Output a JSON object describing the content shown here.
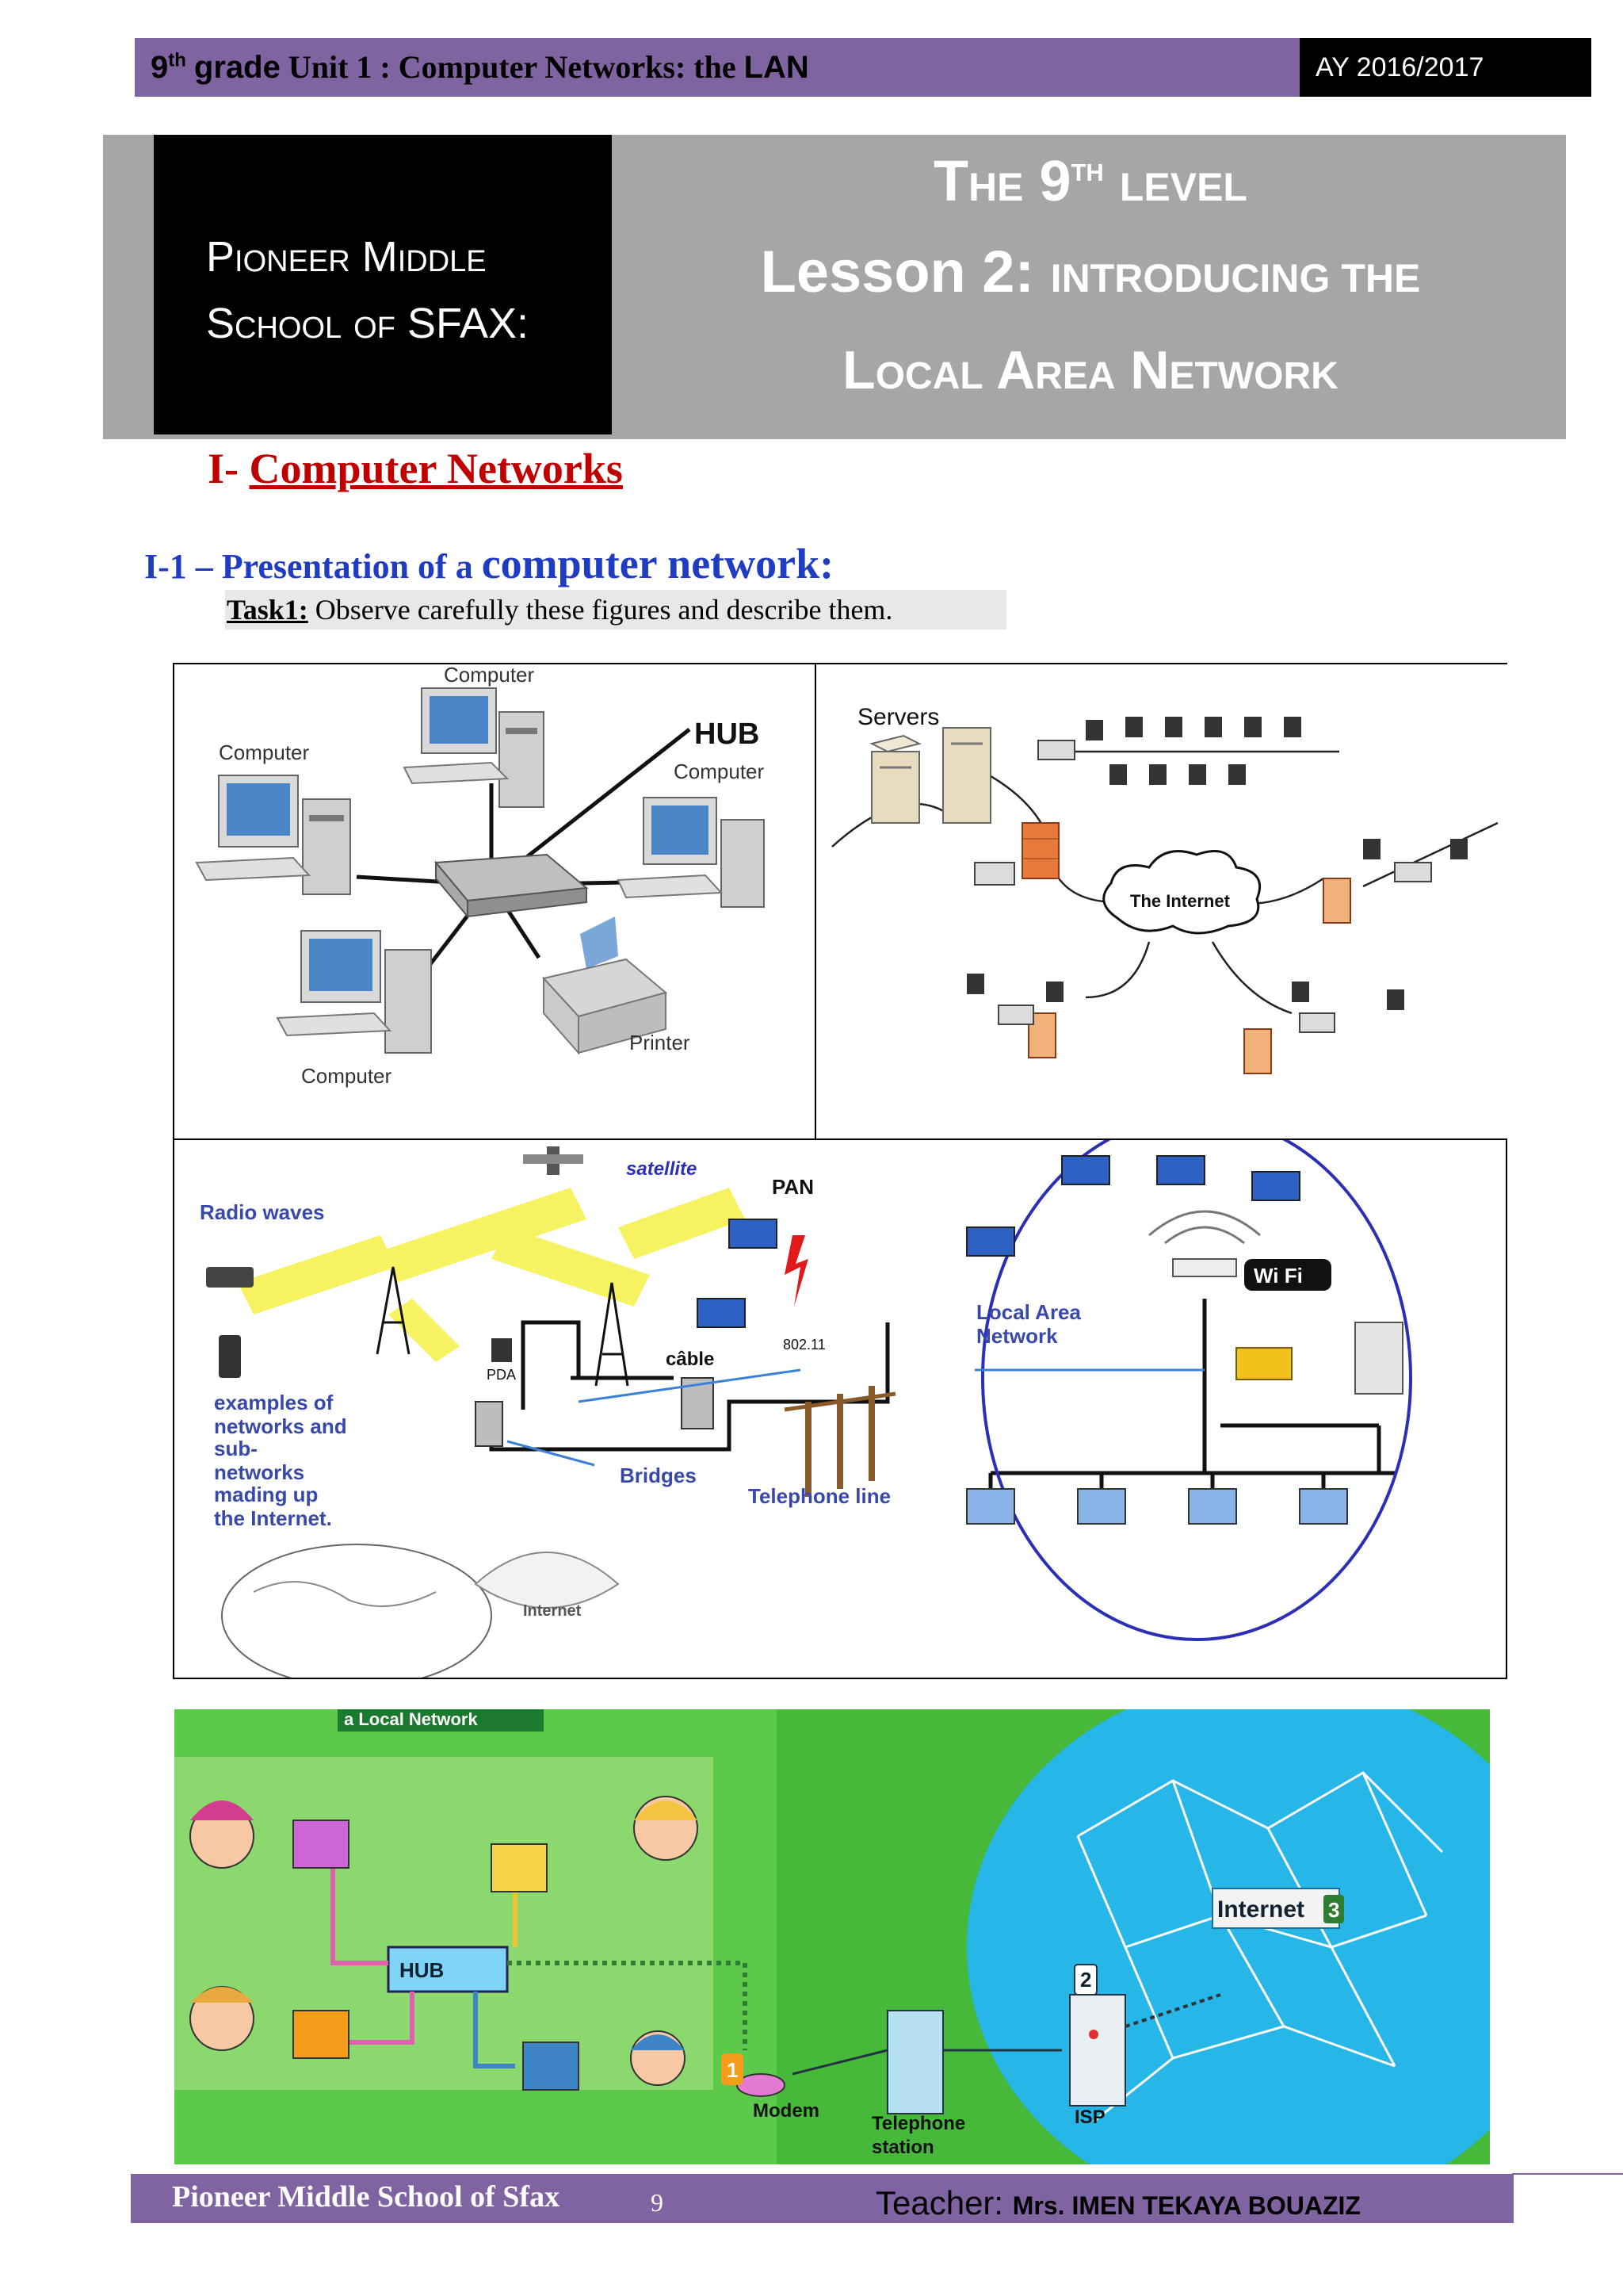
{
  "header": {
    "grade_num": "9",
    "grade_sup": "th",
    "grade_word": "grade",
    "unit_text": "Unit 1 : Computer Networks: the",
    "unit_lan": "LAN",
    "year": "AY 2016/2017"
  },
  "title": {
    "school_line1": "Pioneer Middle",
    "school_line2": "School of SFAX:",
    "level_pre": "The 9",
    "level_sup": "th",
    "level_post": "level",
    "lesson_pre": "Lesson 2:",
    "lesson_post": "introducing the",
    "network": "Local Area Network"
  },
  "section1": {
    "num": "I-",
    "title": "Computer Networks"
  },
  "section11": {
    "pre": "I-1 – Presentation of a",
    "post": "computer network:"
  },
  "task": {
    "label": "Task1:",
    "text": "Observe carefully these figures and describe them."
  },
  "fig1": {
    "labels": {
      "computer_top": "Computer",
      "computer_left": "Computer",
      "hub": "HUB",
      "computer_right": "Computer",
      "printer": "Printer",
      "computer_bottom": "Computer"
    }
  },
  "fig2": {
    "labels": {
      "servers": "Servers",
      "internet": "The Internet"
    }
  },
  "fig3": {
    "labels": {
      "satellite": "satellite",
      "pan": "PAN",
      "radio": "Radio waves",
      "wifi": "Wi Fi",
      "lan_line1": "Local Area",
      "lan_line2": "Network",
      "pda": "PDA",
      "cable": "câble",
      "std": "802.11",
      "examples_1": "examples of",
      "examples_2": "networks and",
      "examples_3": "sub-",
      "examples_4": "networks",
      "examples_5": "mading up",
      "examples_6": "the Internet.",
      "bridges": "Bridges",
      "telephone": "Telephone line",
      "internet": "Internet"
    }
  },
  "fig4": {
    "labels": {
      "banner": "a Local Network",
      "hub": "HUB",
      "internet": "Internet",
      "n1": "1",
      "n2": "2",
      "n3": "3",
      "modem": "Modem",
      "station_1": "Telephone",
      "station_2": "station",
      "isp": "ISP"
    }
  },
  "footer": {
    "school": "Pioneer Middle School of Sfax",
    "page": "9",
    "teacher_label": "Teacher:",
    "teacher_name": "Mrs. IMEN TEKAYA BOUAZIZ"
  },
  "colors": {
    "purple": "#8064a2",
    "heading_red": "#c00000",
    "heading_blue": "#1f3cc2",
    "title_grey": "#a6a6a6"
  }
}
